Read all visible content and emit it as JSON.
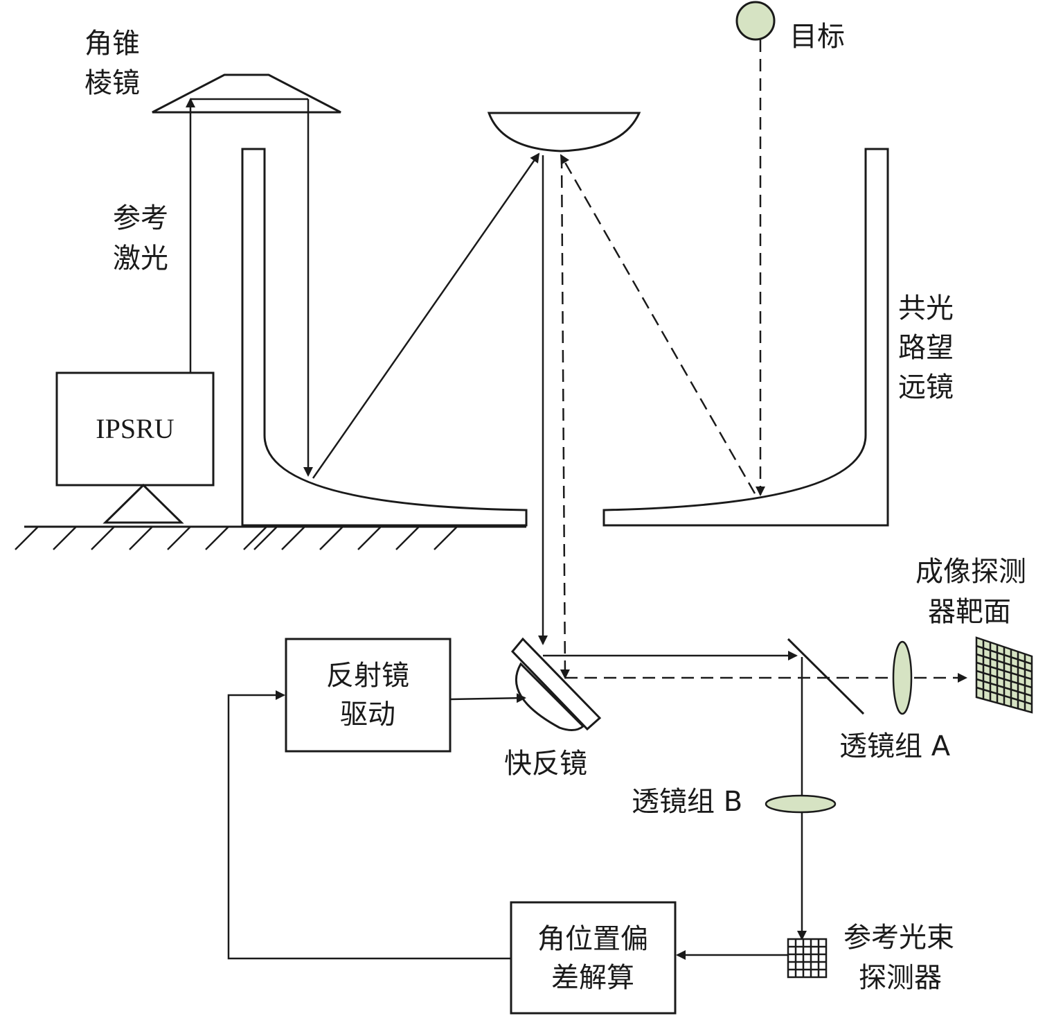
{
  "labels": {
    "corner_cube": [
      "角锥",
      "棱镜"
    ],
    "target": "目标",
    "reference_laser": [
      "参考",
      "激光"
    ],
    "telescope": [
      "共光",
      "路望",
      "远镜"
    ],
    "ipsru": "IPSRU",
    "imaging_detector": [
      "成像探测",
      "器靶面"
    ],
    "mirror_drive": [
      "反射镜",
      "驱动"
    ],
    "fast_mirror": "快反镜",
    "lens_group_a": "透镜组 A",
    "lens_group_b": "透镜组 B",
    "reference_beam_detector": [
      "参考光束",
      "探测器"
    ],
    "angle_error_solver": [
      "角位置偏",
      "差解算"
    ]
  },
  "colors": {
    "stroke": "#1a1a1a",
    "target_fill": "#d6e3c3",
    "lens_fill": "#d6e3c3",
    "detector_grid_fill": "#d6e3c3"
  }
}
